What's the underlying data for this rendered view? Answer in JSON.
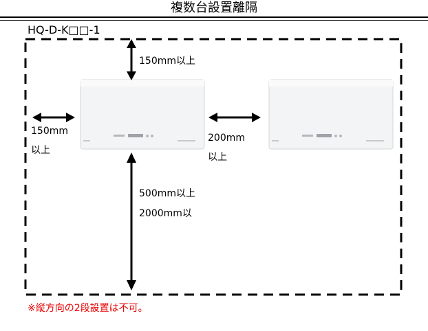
{
  "title": "複数台設置離隔",
  "model": "HQ-D-K□□-1",
  "clearances": {
    "top": "150mm以上",
    "left_line1": "150mm",
    "left_line2": "以上",
    "between_line1": "200mm",
    "between_line2": "以上",
    "bottom_line1": "500mm以上",
    "bottom_line2": "2000mm以"
  },
  "note": "※縦方向の2段設置は不可。",
  "colors": {
    "note": "#e60000",
    "lines": "#000000",
    "unit_body": "#f2f3f4"
  }
}
